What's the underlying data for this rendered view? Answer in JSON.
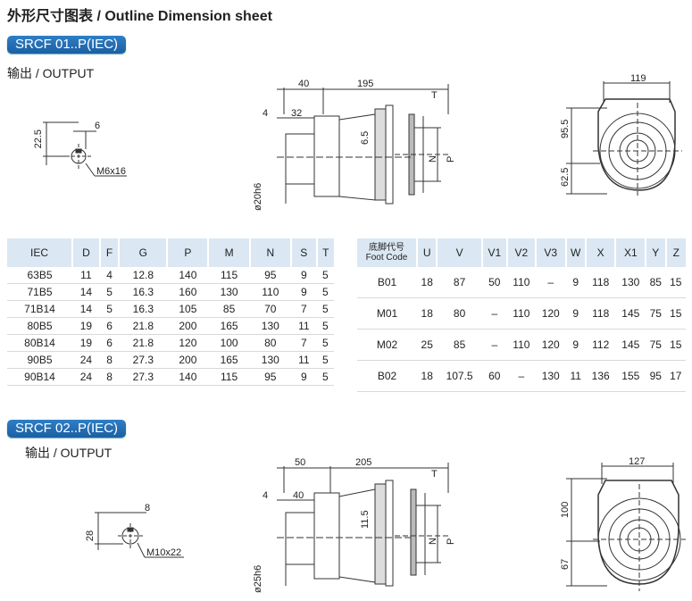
{
  "page": {
    "title": "外形尺寸图表 / Outline Dimension sheet"
  },
  "section1": {
    "badge": "SRCF 01..P(IEC)",
    "output_label": "输出 / OUTPUT",
    "shaft": {
      "d1": "22.5",
      "d2": "6",
      "d3": "M6x16"
    },
    "side": {
      "d40": "40",
      "d195": "195",
      "d4": "4",
      "d32": "32",
      "dT": "T",
      "d65": "6.5",
      "dN": "N",
      "dP": "P",
      "d20": "ø20h6"
    },
    "front": {
      "d119": "119",
      "d955": "95.5",
      "d625": "62.5"
    }
  },
  "section2": {
    "badge": "SRCF 02..P(IEC)",
    "output_label": "输出 / OUTPUT",
    "shaft": {
      "d1": "28",
      "d2": "8",
      "d3": "M10x22"
    },
    "side": {
      "d50": "50",
      "d205": "205",
      "d4": "4",
      "d40": "40",
      "dT": "T",
      "d115": "11.5",
      "dN": "N",
      "dP": "P",
      "d25": "ø25h6"
    },
    "front": {
      "d127": "127",
      "d100": "100",
      "d67": "67"
    }
  },
  "iec_table": {
    "headers": [
      "IEC",
      "D",
      "F",
      "G",
      "P",
      "M",
      "N",
      "S",
      "T"
    ],
    "rows": [
      [
        "63B5",
        "11",
        "4",
        "12.8",
        "140",
        "115",
        "95",
        "9",
        "5"
      ],
      [
        "71B5",
        "14",
        "5",
        "16.3",
        "160",
        "130",
        "110",
        "9",
        "5"
      ],
      [
        "71B14",
        "14",
        "5",
        "16.3",
        "105",
        "85",
        "70",
        "7",
        "5"
      ],
      [
        "80B5",
        "19",
        "6",
        "21.8",
        "200",
        "165",
        "130",
        "11",
        "5"
      ],
      [
        "80B14",
        "19",
        "6",
        "21.8",
        "120",
        "100",
        "80",
        "7",
        "5"
      ],
      [
        "90B5",
        "24",
        "8",
        "27.3",
        "200",
        "165",
        "130",
        "11",
        "5"
      ],
      [
        "90B14",
        "24",
        "8",
        "27.3",
        "140",
        "115",
        "95",
        "9",
        "5"
      ]
    ]
  },
  "foot_table": {
    "header_cn": "底脚代号",
    "header_en": "Foot Code",
    "headers": [
      "U",
      "V",
      "V1",
      "V2",
      "V3",
      "W",
      "X",
      "X1",
      "Y",
      "Z"
    ],
    "rows": [
      [
        "B01",
        "18",
        "87",
        "50",
        "110",
        "–",
        "9",
        "118",
        "130",
        "85",
        "15"
      ],
      [
        "M01",
        "18",
        "80",
        "–",
        "110",
        "120",
        "9",
        "118",
        "145",
        "75",
        "15"
      ],
      [
        "M02",
        "25",
        "85",
        "–",
        "110",
        "120",
        "9",
        "112",
        "145",
        "75",
        "15"
      ],
      [
        "B02",
        "18",
        "107.5",
        "60",
        "–",
        "130",
        "11",
        "136",
        "155",
        "95",
        "17"
      ]
    ]
  }
}
